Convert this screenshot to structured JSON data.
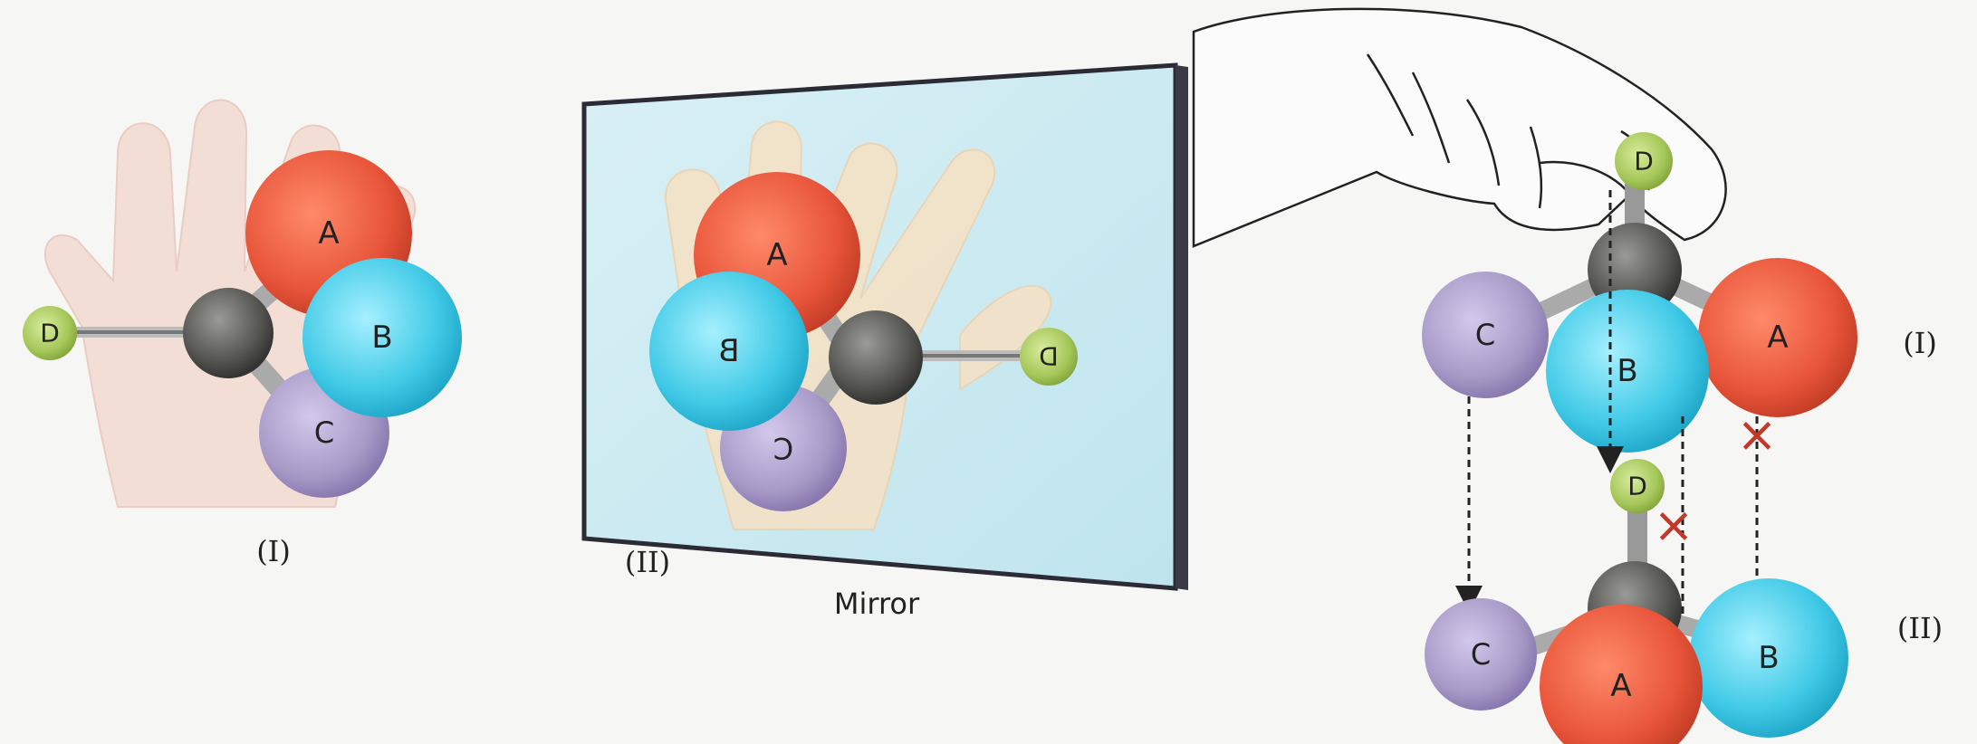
{
  "figure": {
    "left_panel": {
      "caption": "(I)",
      "atoms": {
        "a": "A",
        "b": "B",
        "c": "C",
        "d": "D"
      }
    },
    "mirror_panel": {
      "caption": "(II)",
      "mirror_label": "Mirror",
      "atoms": {
        "a": "A",
        "b": "B",
        "c": "C",
        "d": "D"
      }
    },
    "right_panel": {
      "top_caption": "(I)",
      "bottom_caption": "(II)",
      "top_atoms": {
        "a": "A",
        "b": "B",
        "c": "C",
        "d": "D"
      },
      "bottom_atoms": {
        "a": "A",
        "b": "B",
        "c": "C",
        "d": "D"
      },
      "mismatch_marker": "×"
    }
  },
  "colors": {
    "atom_a": "#e8553a",
    "atom_b": "#3fc9e6",
    "atom_c": "#a89ac7",
    "atom_d": "#a6c75a",
    "center": "#555552",
    "hand": "#f3dcd2",
    "mirror_glass": "#cbe9f0",
    "mirror_edge": "#3a3a45",
    "mismatch": "#c0392b"
  }
}
